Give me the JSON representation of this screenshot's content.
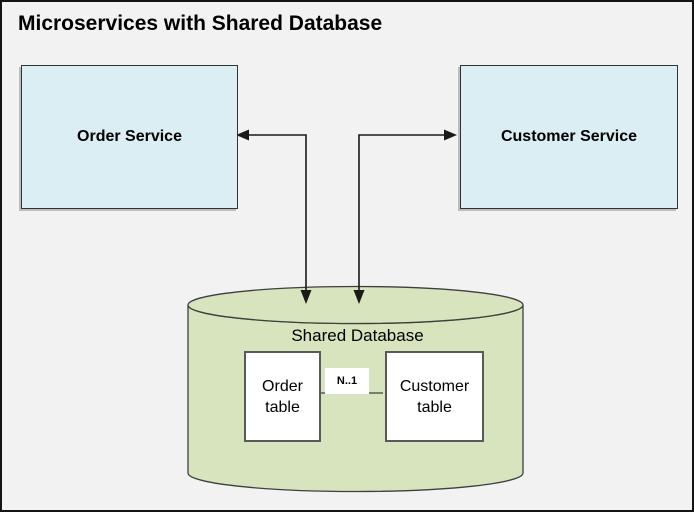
{
  "title": "Microservices with Shared Database",
  "nodes": {
    "order_service": {
      "label": "Order Service"
    },
    "customer_service": {
      "label": "Customer Service"
    }
  },
  "database": {
    "label": "Shared Database",
    "tables": [
      {
        "label": "Order table"
      },
      {
        "label": "Customer table"
      }
    ],
    "relation_label": "N..1"
  },
  "connections": [
    {
      "from": "Shared Database",
      "to": "Order Service",
      "style": "elbow, arrowheads both ends"
    },
    {
      "from": "Shared Database",
      "to": "Customer Service",
      "style": "elbow, arrowheads both ends"
    },
    {
      "from": "Order table",
      "to": "Customer table",
      "label": "N..1",
      "style": "plain line"
    }
  ],
  "colors": {
    "canvas_background": "#f2f2f2",
    "canvas_border": "#141414",
    "service_fill": "#daeef3",
    "service_border": "#2f3437",
    "database_fill": "#d7e4bd",
    "database_border": "#3f3f3f",
    "table_fill": "#ffffff",
    "table_border": "#595959",
    "connector": "#1a1a1a"
  }
}
